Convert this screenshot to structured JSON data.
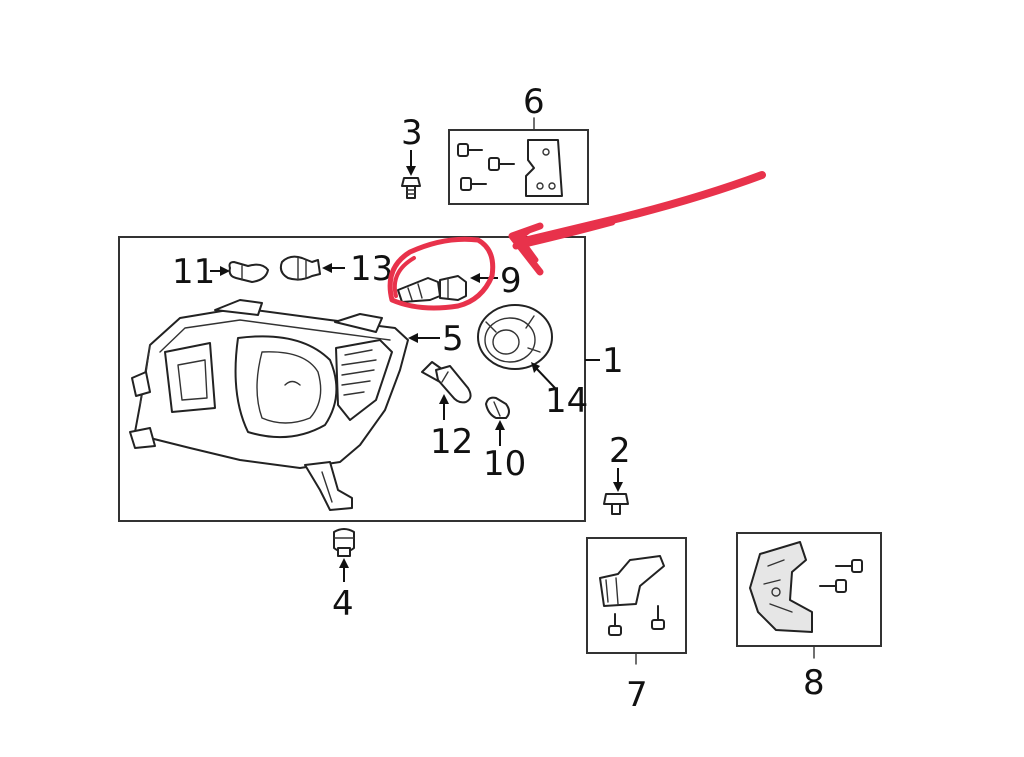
{
  "diagram": {
    "labels": {
      "p1": "1",
      "p2": "2",
      "p3": "3",
      "p4": "4",
      "p5": "5",
      "p6": "6",
      "p7": "7",
      "p8": "8",
      "p9": "9",
      "p10": "10",
      "p11": "11",
      "p12": "12",
      "p13": "13",
      "p14": "14"
    },
    "colors": {
      "annotation": "#e8324b",
      "linework": "#222222",
      "background": "#ffffff"
    }
  }
}
